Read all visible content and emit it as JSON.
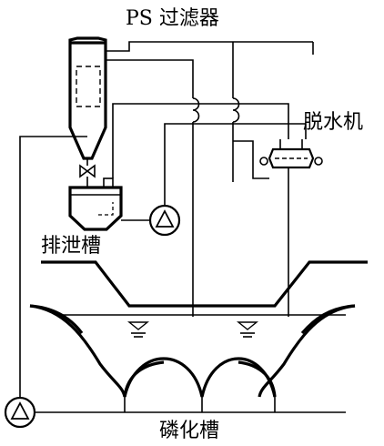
{
  "labels": {
    "ps_filter": "PS 过滤器",
    "dehydrator": "脱水机",
    "drain_tank": "排泄槽",
    "phosphating_tank": "磷化槽"
  }
}
